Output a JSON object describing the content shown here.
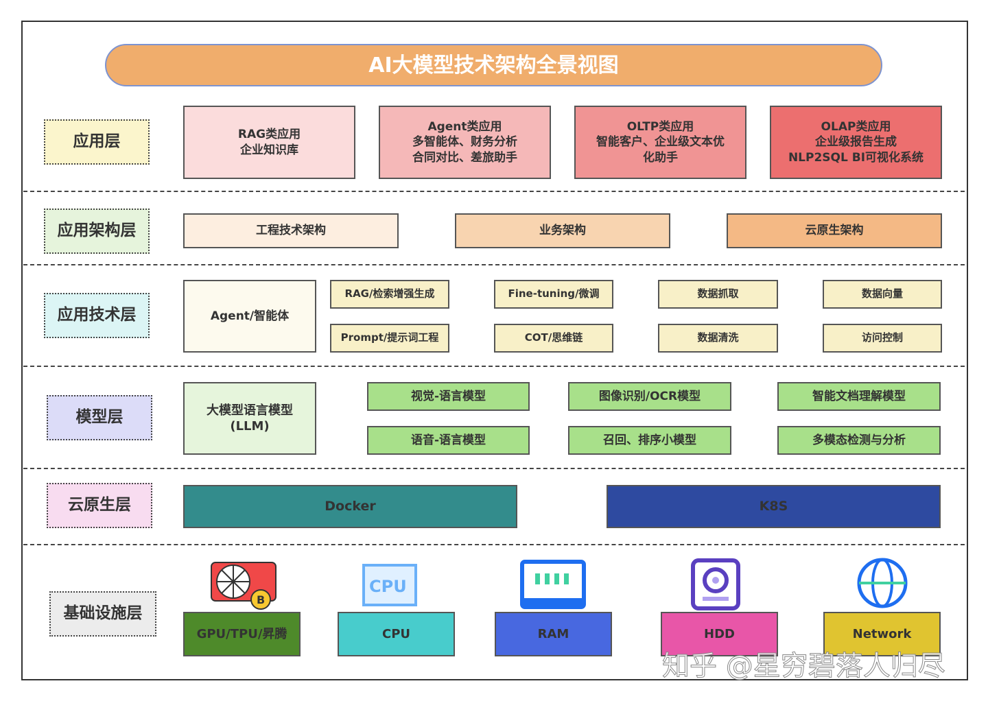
{
  "title": "AI大模型技术架构全景视图",
  "layers": {
    "app": "应用层",
    "app_arch": "应用架构层",
    "app_tech": "应用技术层",
    "model": "模型层",
    "cloud": "云原生层",
    "infra": "基础设施层"
  },
  "app": [
    {
      "l1": "RAG类应用",
      "l2": "企业知识库",
      "l3": ""
    },
    {
      "l1": "Agent类应用",
      "l2": "多智能体、财务分析",
      "l3": "合同对比、差旅助手"
    },
    {
      "l1": "OLTP类应用",
      "l2": "智能客户、企业级文本优",
      "l3": "化助手"
    },
    {
      "l1": "OLAP类应用",
      "l2": "企业级报告生成",
      "l3": "NLP2SQL BI可视化系统"
    }
  ],
  "arch": [
    "工程技术架构",
    "业务架构",
    "云原生架构"
  ],
  "tech": {
    "agent": "Agent/智能体",
    "items": [
      "RAG/检索增强生成",
      "Fine-tuning/微调",
      "数据抓取",
      "数据向量",
      "Prompt/提示词工程",
      "COT/思维链",
      "数据清洗",
      "访问控制"
    ]
  },
  "model": {
    "llm_l1": "大模型语言模型",
    "llm_l2": "(LLM)",
    "items": [
      "视觉-语言模型",
      "图像识别/OCR模型",
      "智能文档理解模型",
      "语音-语言模型",
      "召回、排序小模型",
      "多模态检测与分析"
    ]
  },
  "cloud": [
    "Docker",
    "K8S"
  ],
  "infra": [
    "GPU/TPU/昇腾",
    "CPU",
    "RAM",
    "HDD",
    "Network"
  ],
  "watermark": "知乎 @星穷碧落人归尽"
}
